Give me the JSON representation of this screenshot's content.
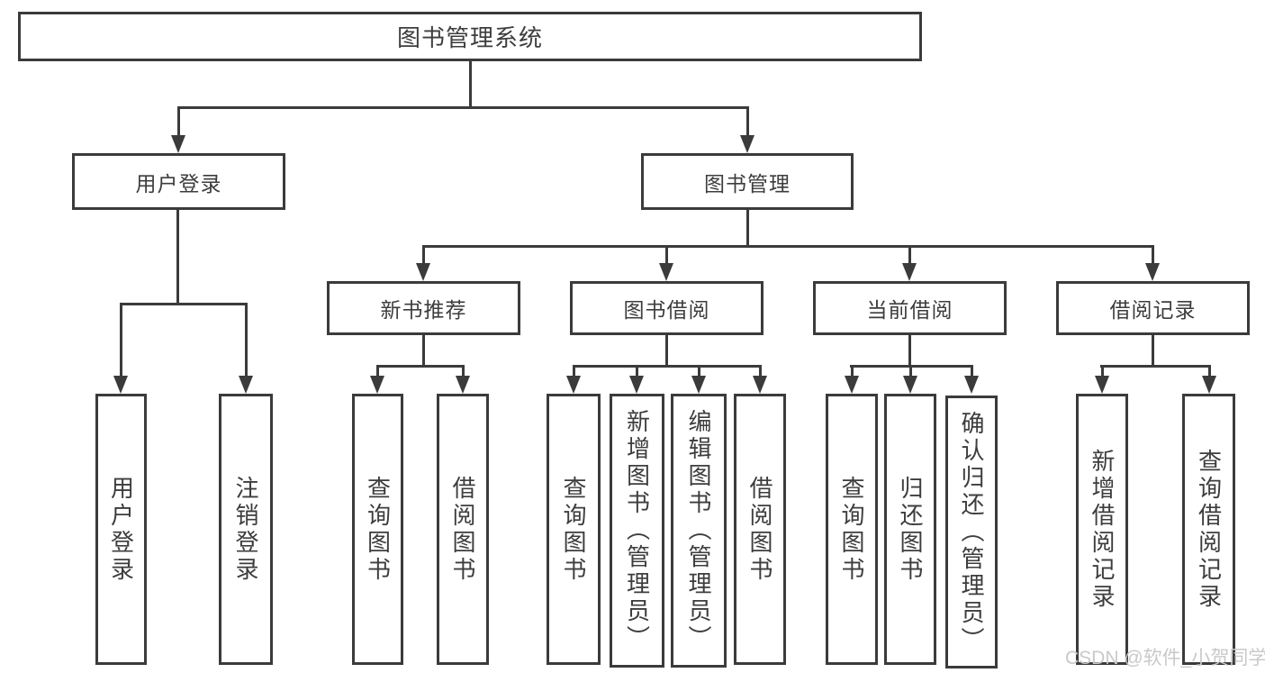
{
  "tree": {
    "root": "图书管理系统",
    "level2": [
      "用户登录",
      "图书管理"
    ],
    "level3": [
      "新书推荐",
      "图书借阅",
      "当前借阅",
      "借阅记录"
    ],
    "leaves": {
      "user_login": [
        "用户登录",
        "注销登录"
      ],
      "new_book_recommend": [
        "查询图书",
        "借阅图书"
      ],
      "book_borrow": [
        "查询图书",
        "新增图书（管理员）",
        "编辑图书（管理员）",
        "借阅图书"
      ],
      "current_borrow": [
        "查询图书",
        "归还图书",
        "确认归还（管理员）"
      ],
      "borrow_record": [
        "新增借阅记录",
        "查询借阅记录"
      ]
    }
  },
  "watermark": "CSDN @软件_小贺同学",
  "colors": {
    "line": "#3b3b3b",
    "text": "#3d3d3d",
    "watermark_gray": "#c9c9c9",
    "background": "#ffffff"
  }
}
